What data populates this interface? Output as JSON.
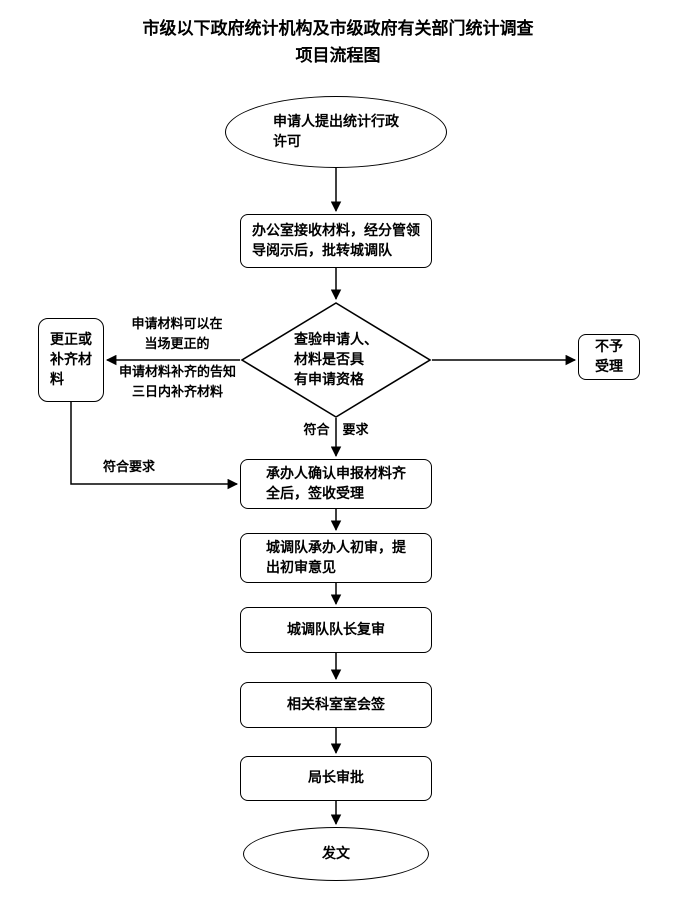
{
  "title": "市级以下政府统计机构及市级政府有关部门统计调查\n项目流程图",
  "nodes": {
    "start": "申请人提出统计行政\n许可",
    "receive": "办公室接收材料，经分管领\n导阅示后，批转城调队",
    "check": "查验申请人、\n材料是否具\n有申请资格",
    "reject": "不予\n受理",
    "correct": "更正或\n补齐材\n料",
    "confirm": "承办人确认申报材料齐\n全后，签收受理",
    "initial_review": "城调队承办人初审，提\n出初审意见",
    "leader_review": "城调队队长复审",
    "countersign": "相关科室室会签",
    "approve": "局长审批",
    "issue": "发文"
  },
  "labels": {
    "onspot_correct": "申请材料可以在\n当场更正的",
    "supplement_notice": "申请材料补齐的告知\n三日内补齐材料",
    "meets_requirement_main": "符合　要求",
    "meets_requirement_side": "符合要求"
  },
  "colors": {
    "stroke": "#000000",
    "fill": "#ffffff"
  }
}
